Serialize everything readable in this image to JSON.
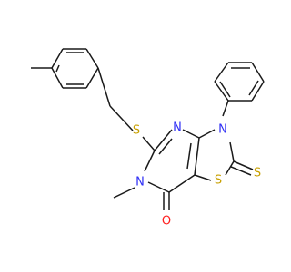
{
  "molecule": {
    "atoms": {
      "N_triazole_ring": "N",
      "N_phenyl": "N",
      "N_methyl": "N",
      "S_thioether": "S",
      "S_ring": "S",
      "S_thione": "S",
      "O_carbonyl": "O"
    },
    "colors": {
      "bond": "#1a1a1a",
      "nitrogen": "#2f2ff5",
      "sulfur": "#c8a000",
      "oxygen": "#ff2020"
    }
  }
}
